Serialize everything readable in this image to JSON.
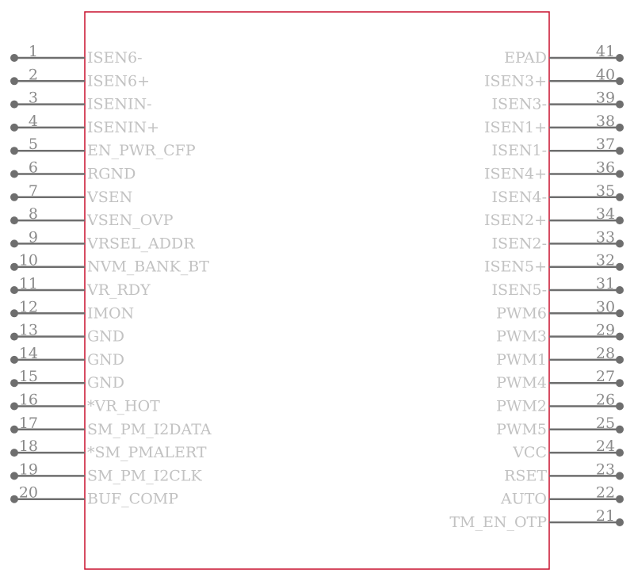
{
  "colors": {
    "body_outline": "#c8102e",
    "pin_line": "#6e6e6e",
    "pin_number": "#8a8a8a",
    "pin_label": "#c2c2c2"
  },
  "component": {
    "left_pins": [
      {
        "number": "1",
        "label": "ISEN6-"
      },
      {
        "number": "2",
        "label": "ISEN6+"
      },
      {
        "number": "3",
        "label": "ISENIN-"
      },
      {
        "number": "4",
        "label": "ISENIN+"
      },
      {
        "number": "5",
        "label": "EN_PWR_CFP"
      },
      {
        "number": "6",
        "label": "RGND"
      },
      {
        "number": "7",
        "label": "VSEN"
      },
      {
        "number": "8",
        "label": "VSEN_OVP"
      },
      {
        "number": "9",
        "label": "VRSEL_ADDR"
      },
      {
        "number": "10",
        "label": "NVM_BANK_BT"
      },
      {
        "number": "11",
        "label": "VR_RDY"
      },
      {
        "number": "12",
        "label": "IMON"
      },
      {
        "number": "13",
        "label": "GND"
      },
      {
        "number": "14",
        "label": "GND"
      },
      {
        "number": "15",
        "label": "GND"
      },
      {
        "number": "16",
        "label": "*VR_HOT"
      },
      {
        "number": "17",
        "label": "SM_PM_I2DATA"
      },
      {
        "number": "18",
        "label": "*SM_PMALERT"
      },
      {
        "number": "19",
        "label": "SM_PM_I2CLK"
      },
      {
        "number": "20",
        "label": "BUF_COMP"
      }
    ],
    "right_pins": [
      {
        "number": "41",
        "label": "EPAD"
      },
      {
        "number": "40",
        "label": "ISEN3+"
      },
      {
        "number": "39",
        "label": "ISEN3-"
      },
      {
        "number": "38",
        "label": "ISEN1+"
      },
      {
        "number": "37",
        "label": "ISEN1-"
      },
      {
        "number": "36",
        "label": "ISEN4+"
      },
      {
        "number": "35",
        "label": "ISEN4-"
      },
      {
        "number": "34",
        "label": "ISEN2+"
      },
      {
        "number": "33",
        "label": "ISEN2-"
      },
      {
        "number": "32",
        "label": "ISEN5+"
      },
      {
        "number": "31",
        "label": "ISEN5-"
      },
      {
        "number": "30",
        "label": "PWM6"
      },
      {
        "number": "29",
        "label": "PWM3"
      },
      {
        "number": "28",
        "label": "PWM1"
      },
      {
        "number": "27",
        "label": "PWM4"
      },
      {
        "number": "26",
        "label": "PWM2"
      },
      {
        "number": "25",
        "label": "PWM5"
      },
      {
        "number": "24",
        "label": "VCC"
      },
      {
        "number": "23",
        "label": "RSET"
      },
      {
        "number": "22",
        "label": "AUTO"
      },
      {
        "number": "21",
        "label": "TM_EN_OTP"
      }
    ]
  }
}
